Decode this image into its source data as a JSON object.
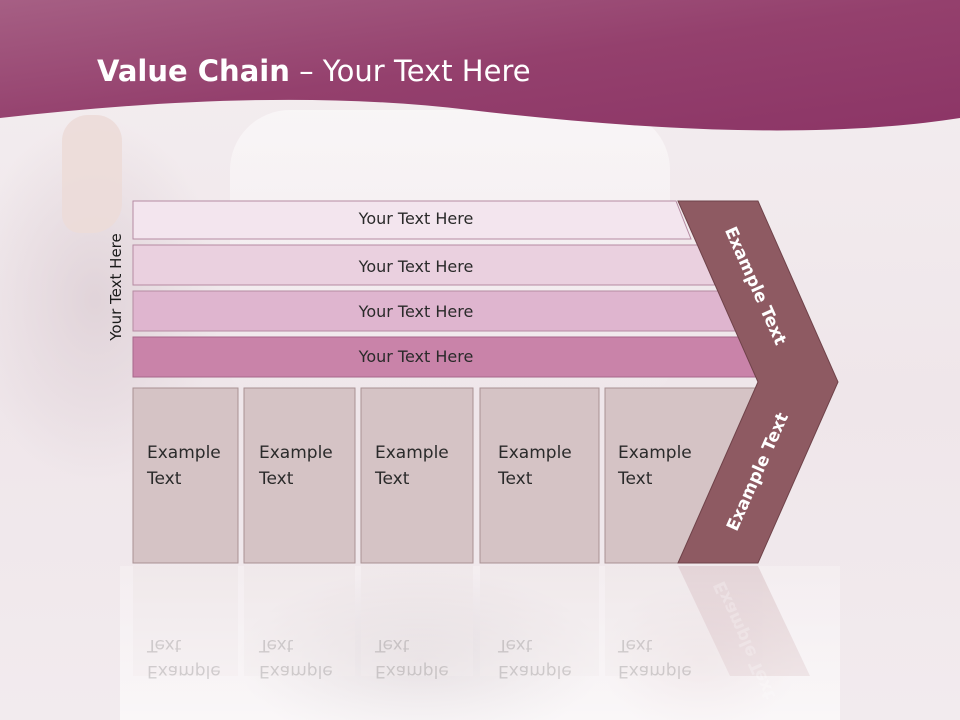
{
  "slide": {
    "title_bold": "Value Chain",
    "title_rest": " – Your Text Here"
  },
  "side_label": "Your Text Here",
  "rows": [
    {
      "label": "Your Text Here"
    },
    {
      "label": "Your Text Here"
    },
    {
      "label": "Your Text Here"
    },
    {
      "label": "Your Text Here"
    }
  ],
  "columns": [
    {
      "label": "Example\nText"
    },
    {
      "label": "Example\nText"
    },
    {
      "label": "Example\nText"
    },
    {
      "label": "Example\nText"
    },
    {
      "label": "Example\nText"
    }
  ],
  "chevron": {
    "top_label": "Example Text",
    "bottom_label": "Example Text"
  },
  "colors": {
    "header": "#9b4470",
    "row_fills": [
      "#f3e5ee",
      "#ead0df",
      "#dfb5cf",
      "#c983a9"
    ],
    "column_fill": "#d5c3c5",
    "chevron": "#8e5a62"
  }
}
